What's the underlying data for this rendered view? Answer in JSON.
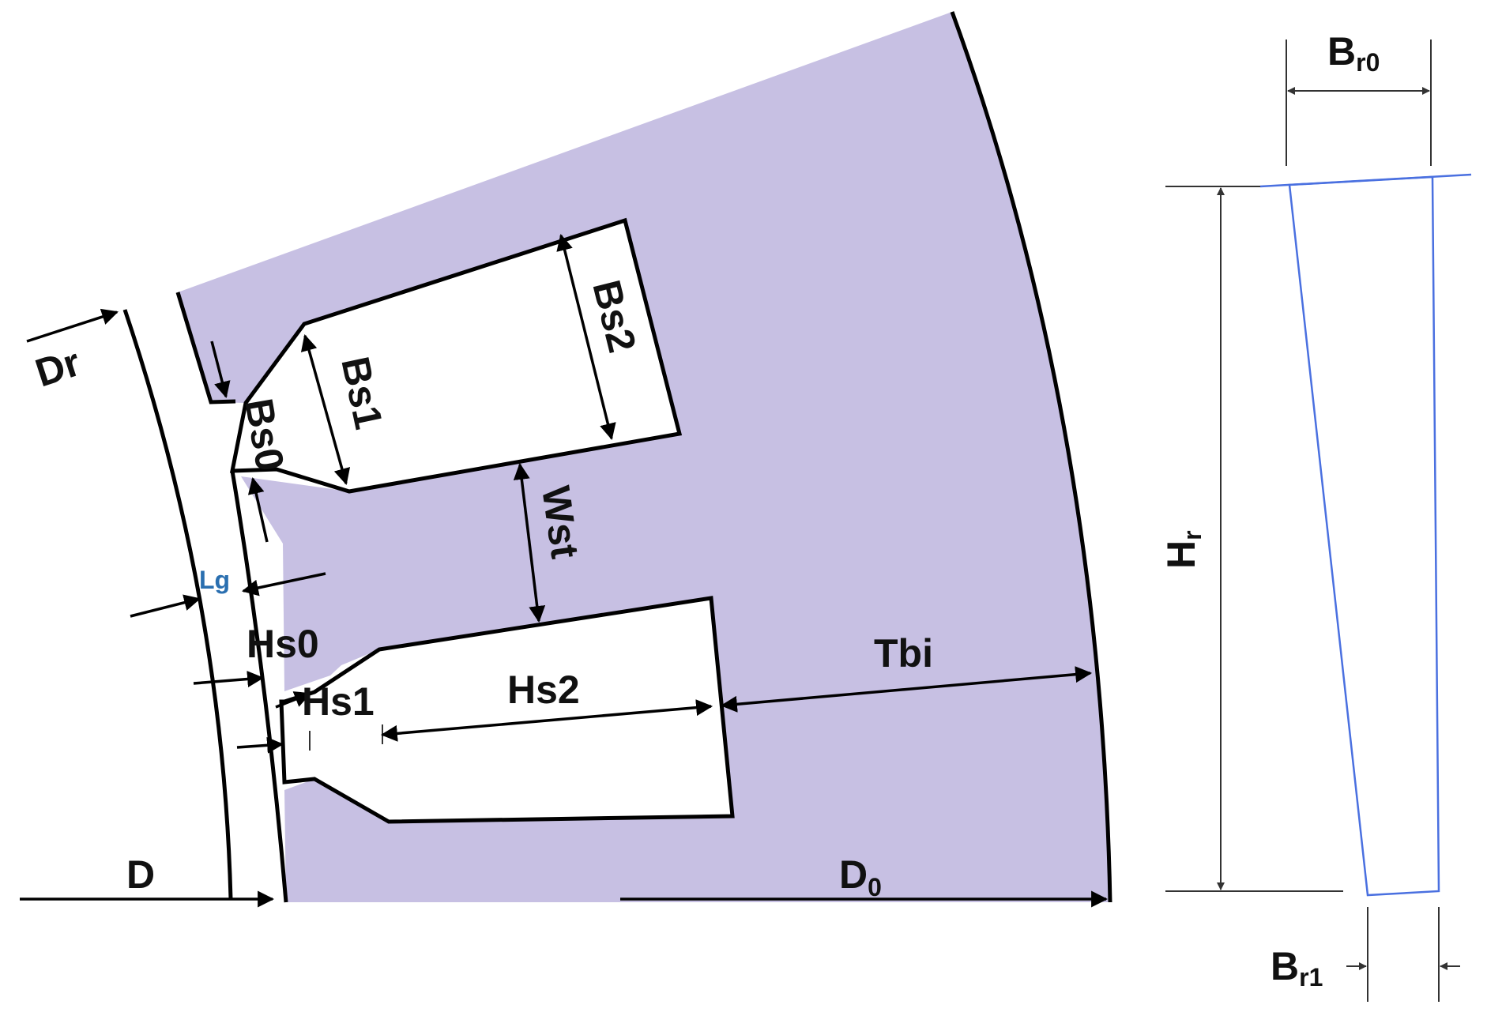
{
  "stator_labels": {
    "dr": "Dr",
    "bs0": "Bs0",
    "bs1": "Bs1",
    "bs2": "Bs2",
    "wst": "Wst",
    "lg": "Lg",
    "hs0": "Hs0",
    "hs1": "Hs1",
    "hs2": "Hs2",
    "tbi": "Tbi",
    "d": "D",
    "d0_main": "D",
    "d0_sub": "0"
  },
  "rotor_bar_labels": {
    "br0_main": "B",
    "br0_sub": "r0",
    "br1_main": "B",
    "br1_sub": "r1",
    "hr_main": "H",
    "hr_sub": "r"
  },
  "colors": {
    "stator_fill": "#c7c0e3",
    "outline": "#000000",
    "rotor_bar_outline": "#4a70e0",
    "lg_label_accent": "#2a6fb0"
  }
}
